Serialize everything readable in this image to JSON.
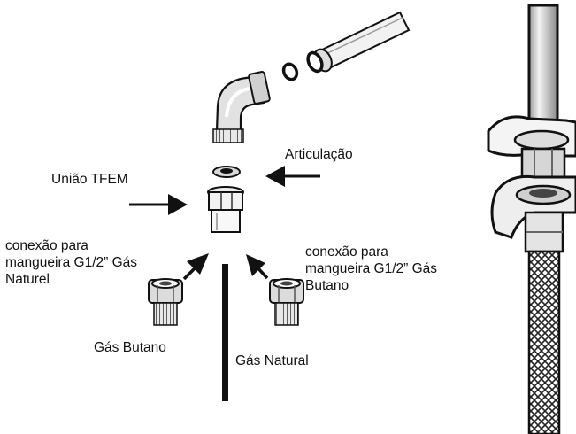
{
  "labels": {
    "articulacao": "Articulação",
    "uniao_tfem": "União TFEM",
    "conexao_left": [
      "conexão para",
      "mangueira G1/2” Gás",
      "Naturel"
    ],
    "conexao_right": [
      "conexão para",
      "mangueira G1/2” Gás",
      "Butano"
    ],
    "gas_butano": "Gás Butano",
    "gas_natural": "Gás Natural"
  },
  "colors": {
    "ink": "#111111",
    "paper": "#ffffff",
    "metal_light": "#e6e6e6",
    "metal_mid": "#bdbdbd",
    "metal_dark": "#5a5a5a"
  }
}
